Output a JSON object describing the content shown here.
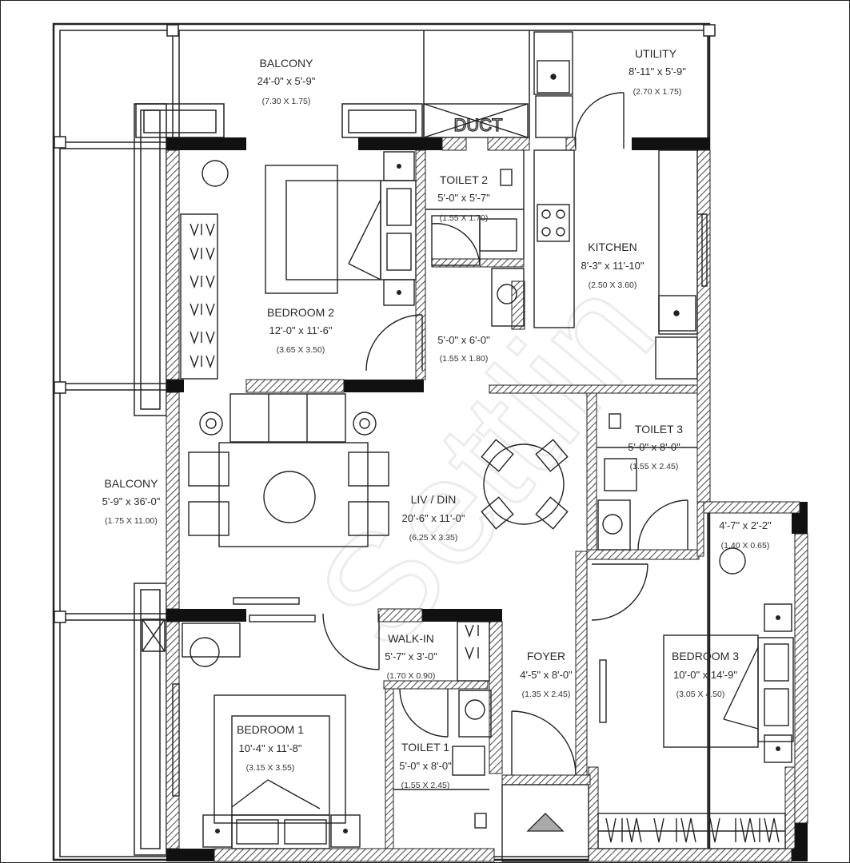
{
  "plan": {
    "watermark": "Settlin",
    "duct_label": "DUCT",
    "entrance_icon": "entrance-arrow-icon"
  },
  "rooms": {
    "balcony_top": {
      "name": "BALCONY",
      "dim": "24'-0\" x 5'-9\"",
      "metric": "(7.30 X 1.75)"
    },
    "utility": {
      "name": "UTILITY",
      "dim": "8'-11\" x 5'-9\"",
      "metric": "(2.70 X 1.75)"
    },
    "toilet2": {
      "name": "TOILET 2",
      "dim": "5'-0\" x 5'-7\"",
      "metric": "(1.55 X 1.70)"
    },
    "kitchen": {
      "name": "KITCHEN",
      "dim": "8'-3\" x 11'-10\"",
      "metric": "(2.50 X 3.60)"
    },
    "bedroom2": {
      "name": "BEDROOM 2",
      "dim": "12'-0\" x 11'-6\"",
      "metric": "(3.65 X 3.50)"
    },
    "passage": {
      "dim": "5'-0\" x 6'-0\"",
      "metric": "(1.55 X 1.80)"
    },
    "toilet3": {
      "name": "TOILET 3",
      "dim": "5'-0\" x 8'-0\"",
      "metric": "(1.55 X 2.45)"
    },
    "balcony_left": {
      "name": "BALCONY",
      "dim": "5'-9\" x 36'-0\"",
      "metric": "(1.75 X 11.00)"
    },
    "livdin": {
      "name": "LIV / DIN",
      "dim": "20'-6\" x 11'-0\"",
      "metric": "(6.25 X 3.35)"
    },
    "store": {
      "dim": "4'-7\" x 2'-2\"",
      "metric": "(1.40 X 0.65)"
    },
    "walkin": {
      "name": "WALK-IN",
      "dim": "5'-7\" x 3'-0\"",
      "metric": "(1.70 X 0.90)"
    },
    "foyer": {
      "name": "FOYER",
      "dim": "4'-5\" x 8'-0\"",
      "metric": "(1.35 X 2.45)"
    },
    "bedroom3": {
      "name": "BEDROOM 3",
      "dim": "10'-0\" x 14'-9\"",
      "metric": "(3.05 X 4.50)"
    },
    "bedroom1": {
      "name": "BEDROOM 1",
      "dim": "10'-4\" x 11'-8\"",
      "metric": "(3.15 X 3.55)"
    },
    "toilet1": {
      "name": "TOILET 1",
      "dim": "5'-0\" x 8'-0\"",
      "metric": "(1.55 X 2.45)"
    }
  },
  "colors": {
    "wall": "#111111",
    "hatch": "#555555",
    "line": "#222222",
    "watermark": "#ececec",
    "entrance_arrow": "#aaaaaa"
  }
}
